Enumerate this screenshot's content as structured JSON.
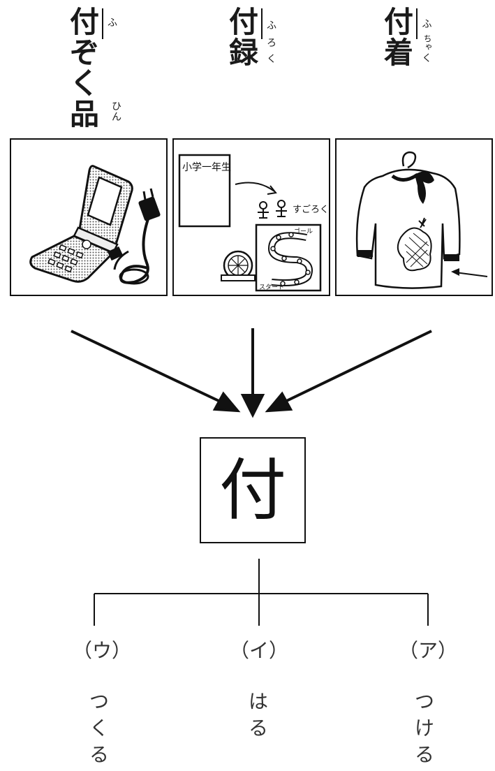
{
  "words": [
    {
      "id": "fuzokuhin",
      "chars": [
        "付",
        "ぞ",
        "く",
        "品"
      ],
      "ruby": [
        "ふ"
      ],
      "ruby_extra": [
        "ひ",
        "ん"
      ]
    },
    {
      "id": "furoku",
      "chars": [
        "付",
        "録"
      ],
      "ruby": [
        "ふ",
        "ろ",
        "く"
      ]
    },
    {
      "id": "fuchaku",
      "chars": [
        "付",
        "着"
      ],
      "ruby": [
        "ふ",
        "ちゃ",
        "く"
      ]
    }
  ],
  "panels": {
    "textbook_text": "小学一年生",
    "board_top": "ゴール",
    "board_bottom": "スタート",
    "board_title": "すごろく"
  },
  "center": {
    "kanji": "付"
  },
  "meanings": [
    {
      "label": "（ウ）",
      "chars": [
        "つ",
        "く",
        "る"
      ]
    },
    {
      "label": "（イ）",
      "chars": [
        "は",
        "る"
      ]
    },
    {
      "label": "（ア）",
      "chars": [
        "つ",
        "け",
        "る"
      ]
    }
  ]
}
